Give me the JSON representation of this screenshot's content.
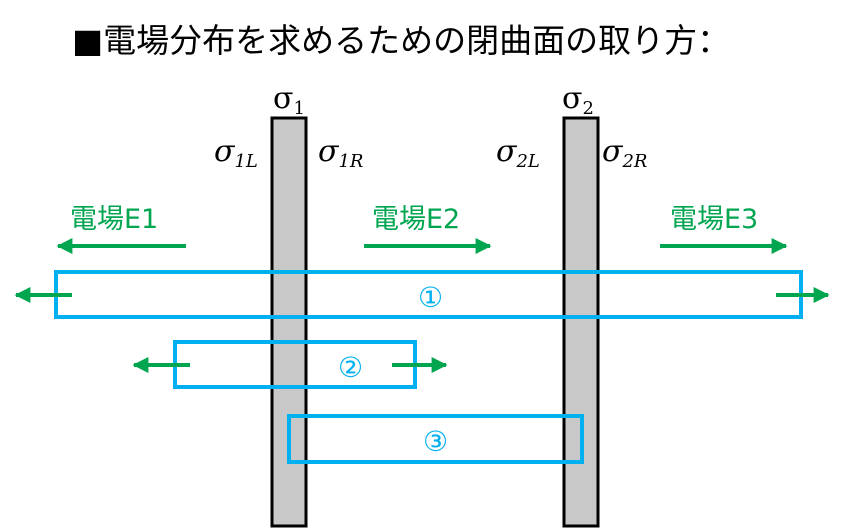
{
  "title": "■電場分布を求めるための閉曲面の取り方：",
  "plates": [
    {
      "label": "σ",
      "sub": "1",
      "left_label": "σ",
      "left_sub": "1L",
      "right_label": "σ",
      "right_sub": "1R"
    },
    {
      "label": "σ",
      "sub": "2",
      "left_label": "σ",
      "left_sub": "2L",
      "right_label": "σ",
      "right_sub": "2R"
    }
  ],
  "fields": [
    {
      "label": "電場E1",
      "direction": "left"
    },
    {
      "label": "電場E2",
      "direction": "right"
    },
    {
      "label": "電場E3",
      "direction": "right"
    }
  ],
  "surfaces": [
    {
      "label": "①"
    },
    {
      "label": "②"
    },
    {
      "label": "③"
    }
  ],
  "colors": {
    "plate_fill": "#c8c8c8",
    "plate_stroke": "#000000",
    "surface": "#00b0f0",
    "field": "#00a550"
  }
}
